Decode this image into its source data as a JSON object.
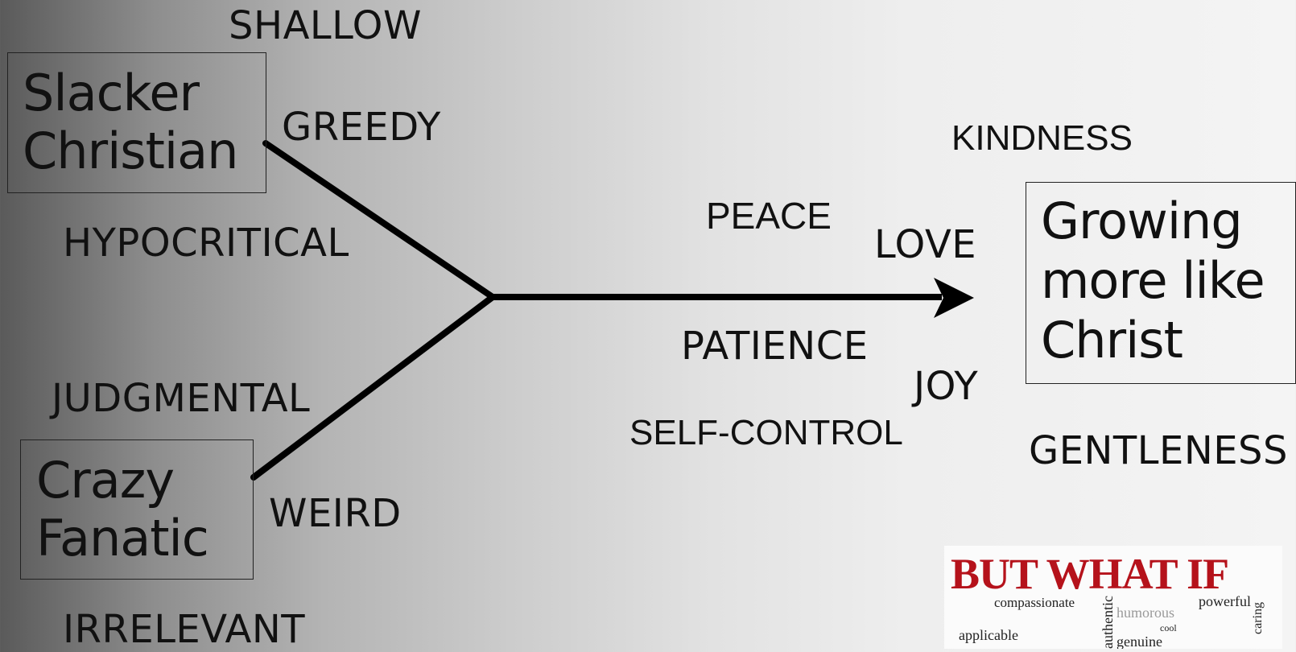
{
  "edge_mark": "b",
  "left_labels": {
    "shallow": "SHALLOW",
    "greedy": "GREEDY",
    "hypocritical": "HYPOCRITICAL",
    "judgmental": "JUDGMENTAL",
    "weird": "WEIRD",
    "irrelevant": "IRRELEVANT"
  },
  "boxes": {
    "slacker": [
      "Slacker",
      "Christian"
    ],
    "fanatic": [
      "Crazy",
      "Fanatic"
    ],
    "growing": [
      "Growing",
      "more like",
      "Christ"
    ]
  },
  "fruits": {
    "kindness": "KINDNESS",
    "peace": "PEACE",
    "love": "LOVE",
    "patience": "PATIENCE",
    "joy": "JOY",
    "self_control": "SELF-CONTROL",
    "gentleness": "GENTLENESS"
  },
  "word_cloud": {
    "heading": "BUT WHAT IF",
    "words": [
      "compassionate",
      "humorous",
      "powerful",
      "caring",
      "authentic",
      "applicable",
      "cool",
      "genuine"
    ]
  },
  "colors": {
    "heading_red": "#b5121b",
    "ink": "#111111"
  }
}
